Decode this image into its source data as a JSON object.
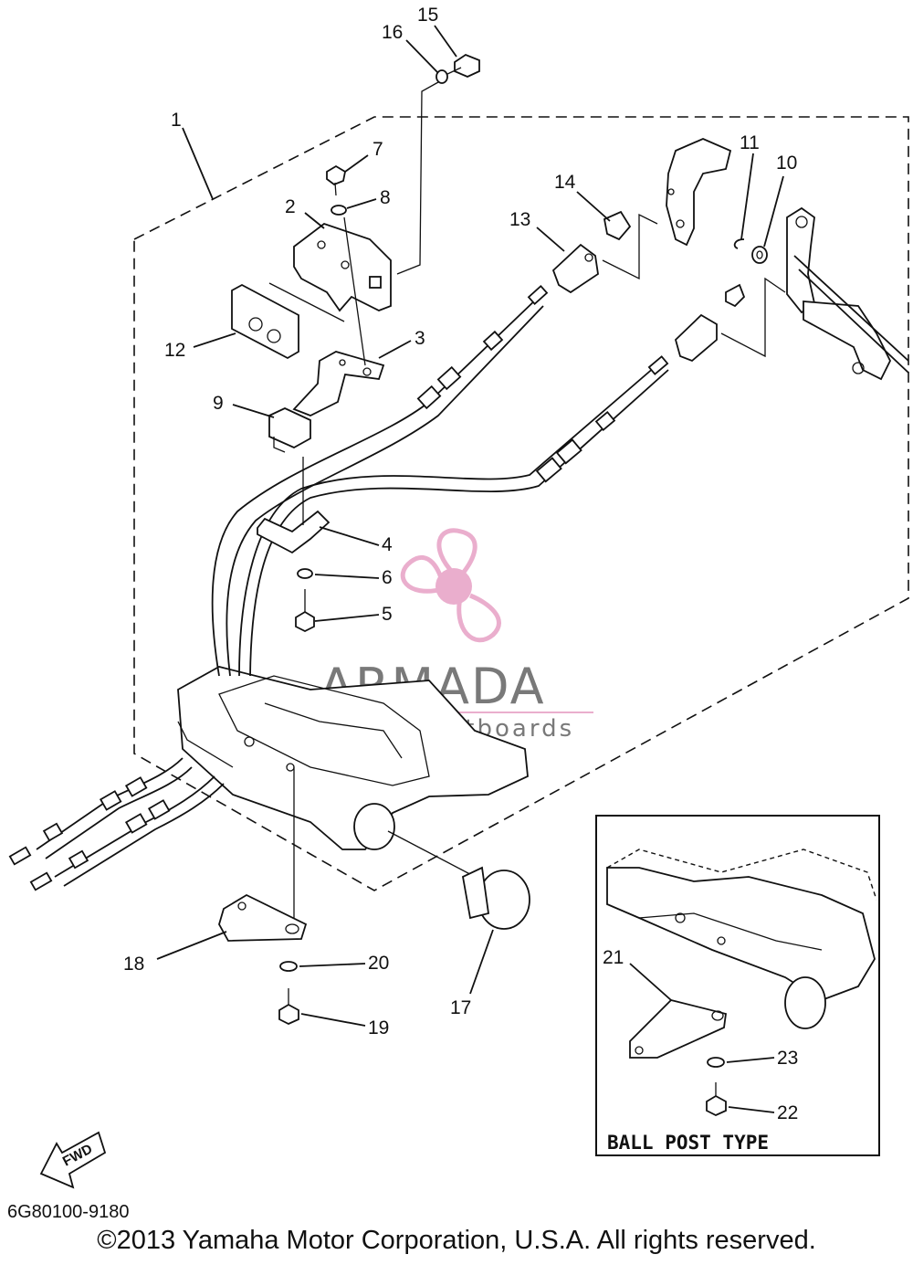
{
  "diagram": {
    "callouts": [
      {
        "id": "1",
        "label": "1"
      },
      {
        "id": "2",
        "label": "2"
      },
      {
        "id": "3",
        "label": "3"
      },
      {
        "id": "4",
        "label": "4"
      },
      {
        "id": "5",
        "label": "5"
      },
      {
        "id": "6",
        "label": "6"
      },
      {
        "id": "7",
        "label": "7"
      },
      {
        "id": "8",
        "label": "8"
      },
      {
        "id": "9",
        "label": "9"
      },
      {
        "id": "10",
        "label": "10"
      },
      {
        "id": "11",
        "label": "11"
      },
      {
        "id": "12",
        "label": "12"
      },
      {
        "id": "13",
        "label": "13"
      },
      {
        "id": "14",
        "label": "14"
      },
      {
        "id": "15",
        "label": "15"
      },
      {
        "id": "16",
        "label": "16"
      },
      {
        "id": "17",
        "label": "17"
      },
      {
        "id": "18",
        "label": "18"
      },
      {
        "id": "19",
        "label": "19"
      },
      {
        "id": "20",
        "label": "20"
      },
      {
        "id": "21",
        "label": "21"
      },
      {
        "id": "22",
        "label": "22"
      },
      {
        "id": "23",
        "label": "23"
      }
    ],
    "inset_label": "BALL POST TYPE",
    "fwd_label": "FWD"
  },
  "watermark": {
    "brand": "ARMADA",
    "tagline": "marine outboards",
    "accent_color": "#e8a6c8",
    "text_color": "#6b6b6b"
  },
  "footer": {
    "diagram_code": "6G80100-9180",
    "copyright": "©2013 Yamaha Motor Corporation, U.S.A. All rights reserved."
  }
}
